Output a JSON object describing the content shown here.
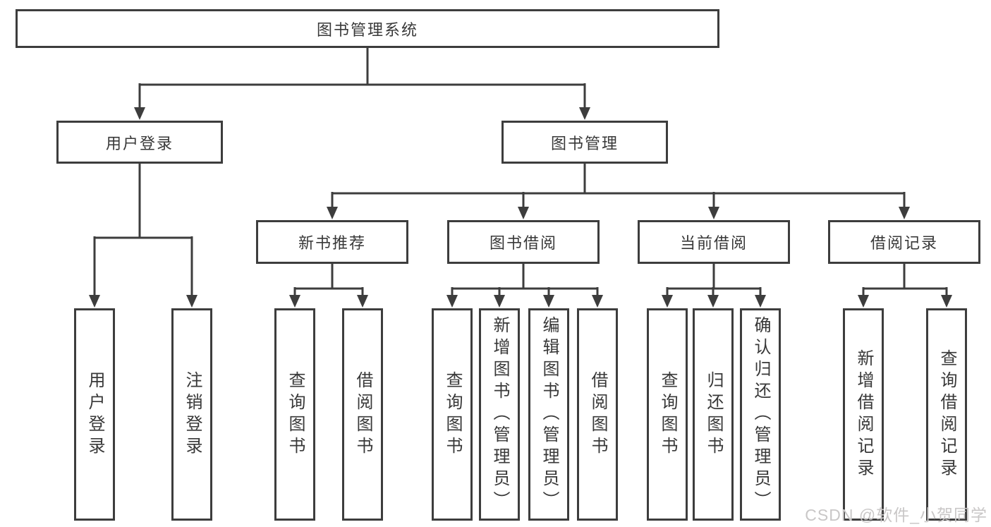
{
  "diagram": {
    "root": "图书管理系统",
    "branches": {
      "user_login": "用户登录",
      "book_management": "图书管理"
    },
    "modules": {
      "new_book_recommend": "新书推荐",
      "book_borrow": "图书借阅",
      "current_borrow": "当前借阅",
      "borrow_records": "借阅记录"
    },
    "functions": {
      "user_login": [
        "用户登录",
        "注销登录"
      ],
      "new_book_recommend": [
        "查询图书",
        "借阅图书"
      ],
      "book_borrow": [
        "查询图书",
        "新增图书（管理员）",
        "编辑图书（管理员）",
        "借阅图书"
      ],
      "current_borrow": [
        "查询图书",
        "归还图书",
        "确认归还（管理员）"
      ],
      "borrow_records": [
        "新增借阅记录",
        "查询借阅记录"
      ]
    },
    "watermark": "CSDN @软件_小贺同学",
    "colors": {
      "line": "#3d3d3d",
      "text": "#383838",
      "watermark": "#c9c7c7",
      "background": "#ffffff"
    }
  }
}
